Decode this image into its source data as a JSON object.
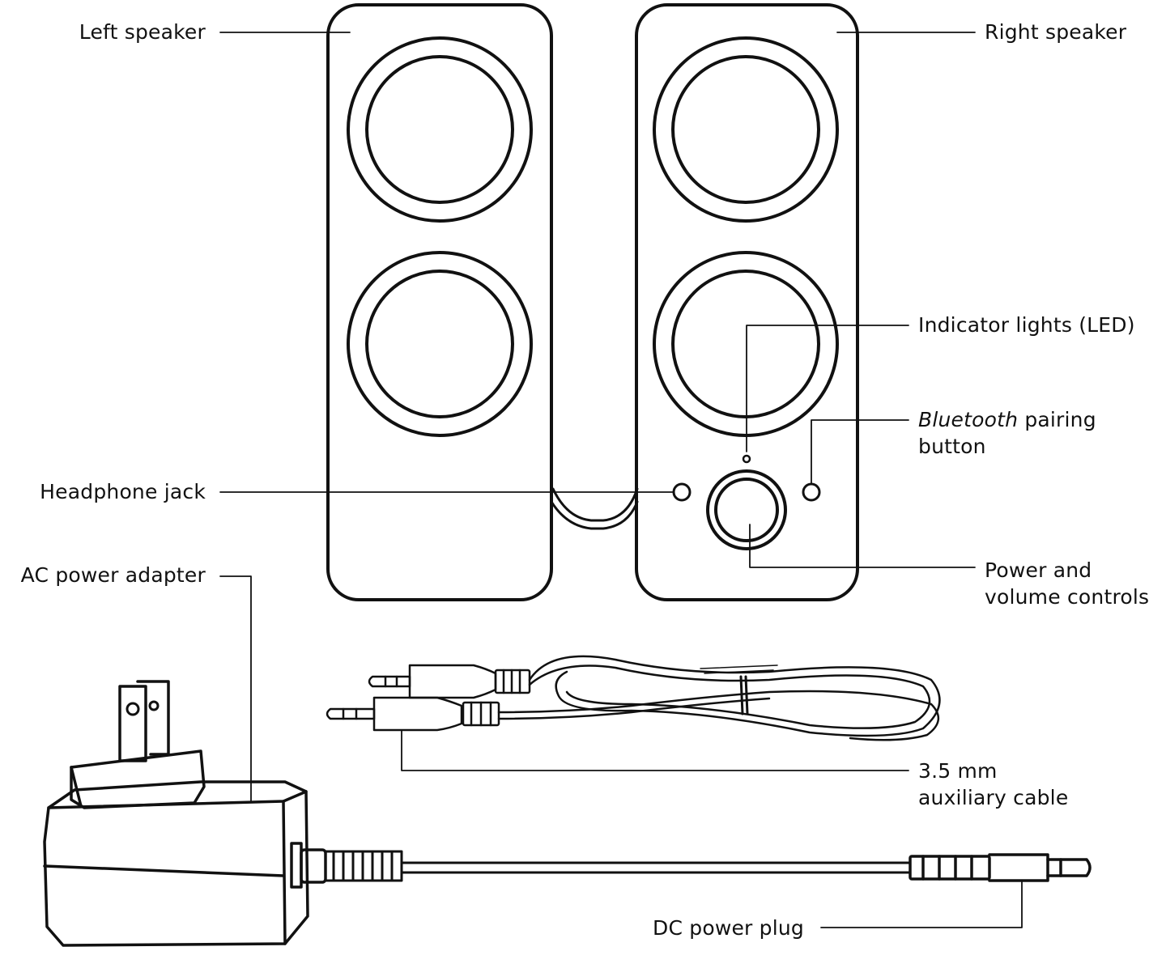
{
  "labels": {
    "left_speaker": "Left speaker",
    "right_speaker": "Right speaker",
    "indicator_lights": "Indicator lights (LED)",
    "bluetooth_italic": "Bluetooth",
    "bluetooth_rest": " pairing",
    "bluetooth_line2": "button",
    "headphone_jack": "Headphone jack",
    "ac_power_adapter": "AC power adapter",
    "power_volume_line1": "Power and",
    "power_volume_line2": "volume controls",
    "aux_cable_line1": "3.5 mm",
    "aux_cable_line2": "auxiliary cable",
    "dc_power_plug": "DC power plug"
  },
  "colors": {
    "ink": "#111111",
    "background": "#ffffff"
  }
}
